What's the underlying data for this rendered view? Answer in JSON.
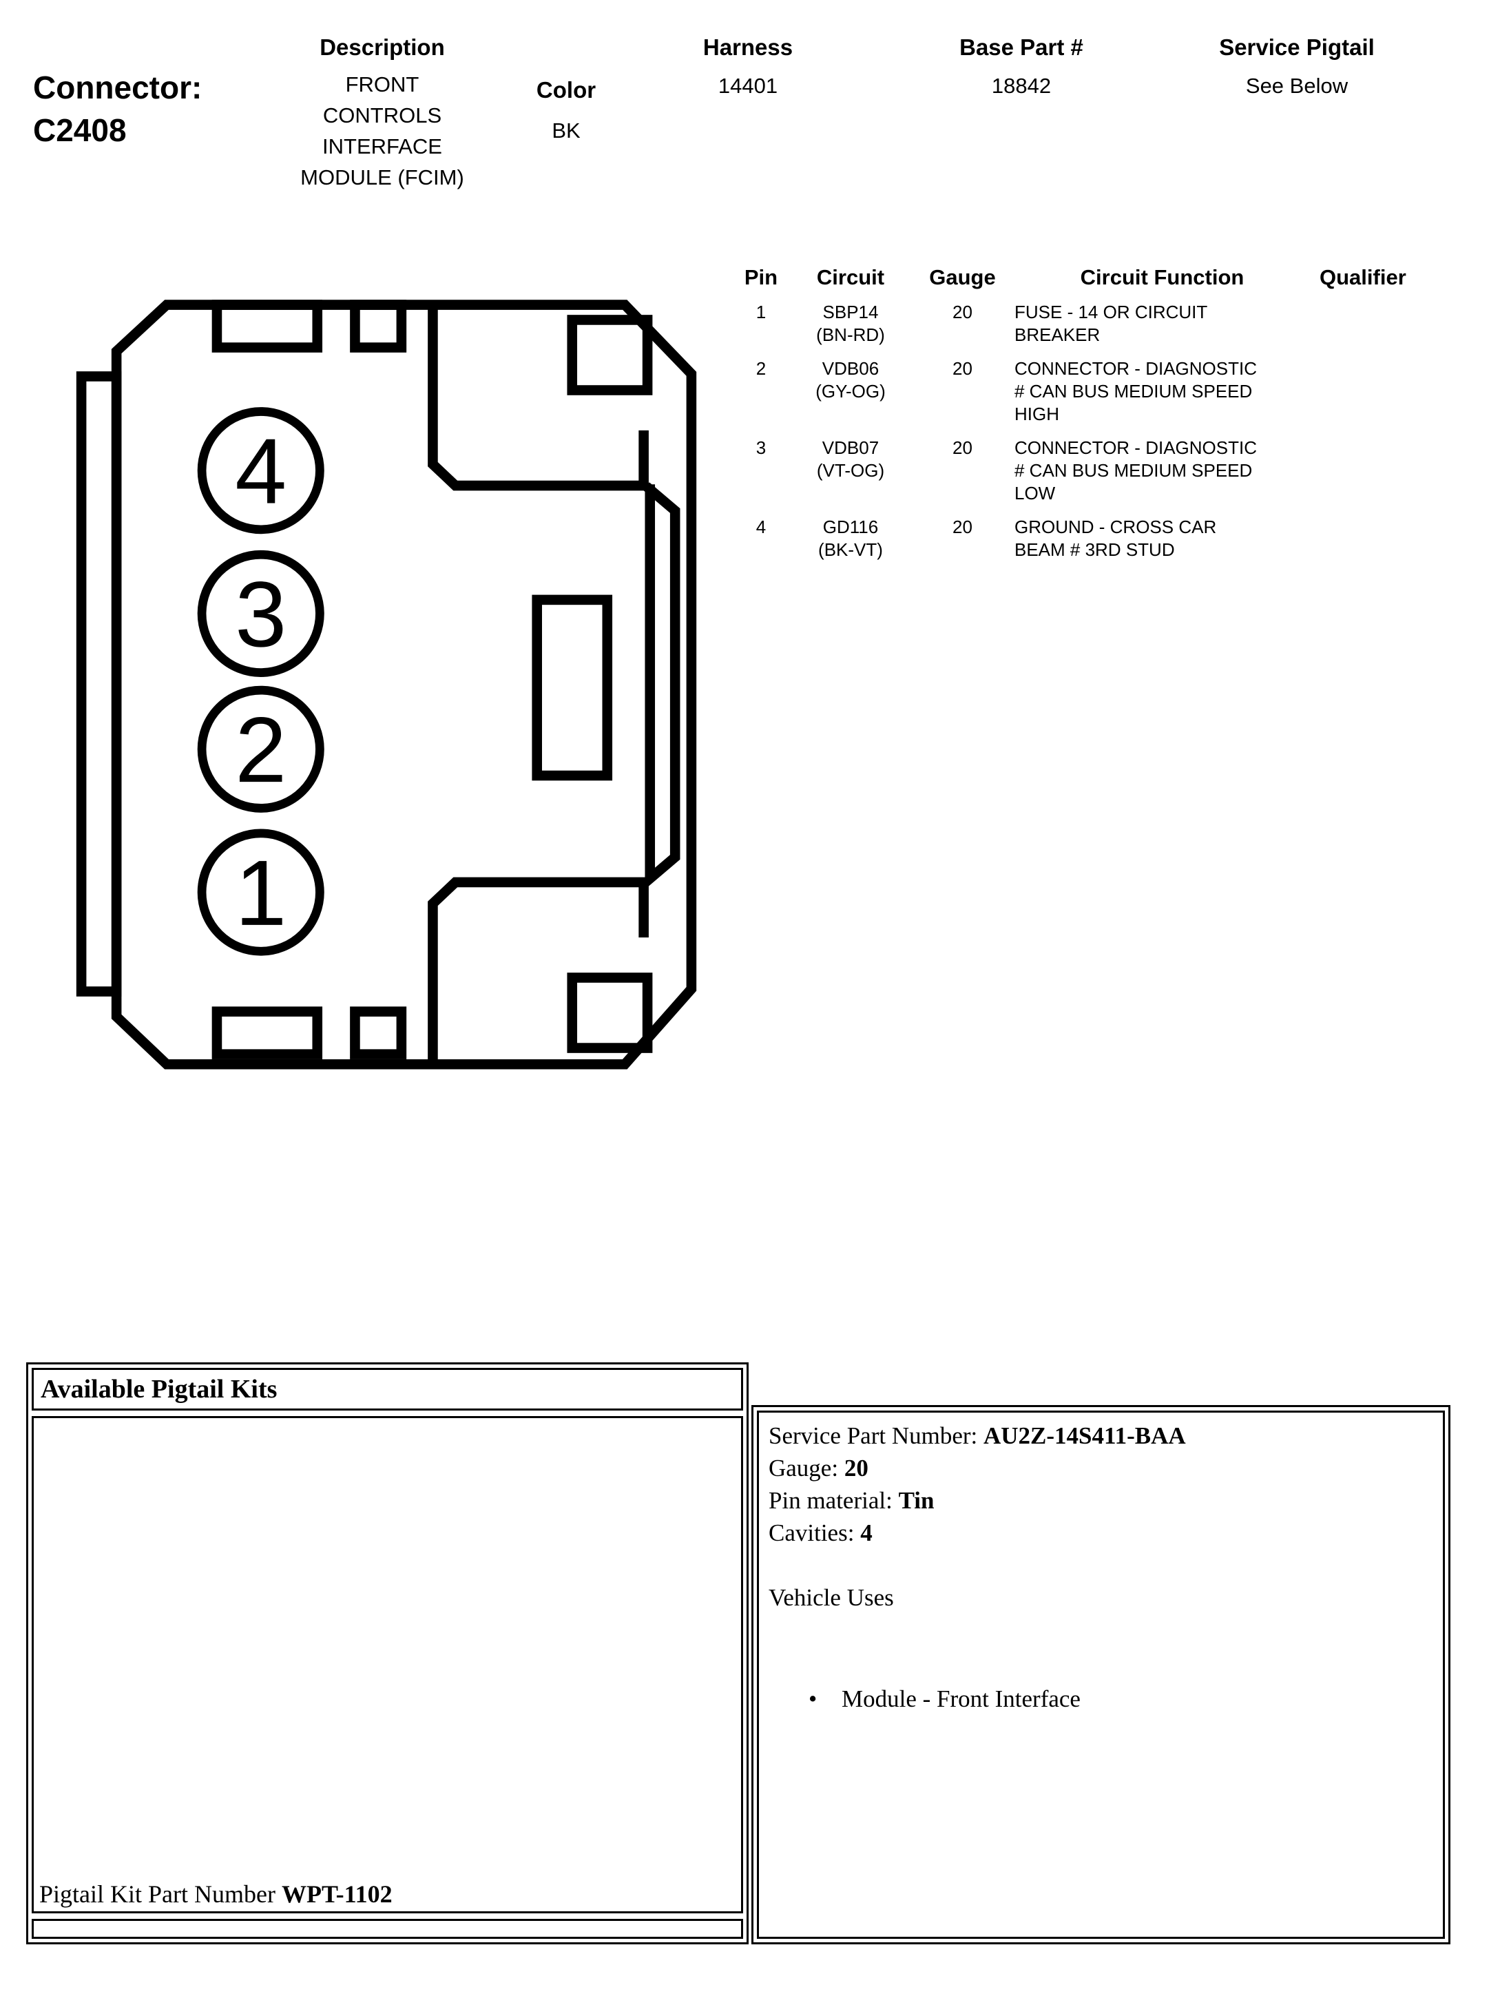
{
  "page": {
    "background": "#ffffff",
    "text_color": "#000000"
  },
  "header": {
    "connector_label": "Connector:",
    "connector_id": "C2408",
    "description_label": "Description",
    "description_value": "FRONT\nCONTROLS\nINTERFACE\nMODULE (FCIM)",
    "color_label": "Color",
    "color_value": "BK",
    "harness_label": "Harness",
    "harness_value": "14401",
    "base_part_label": "Base Part #",
    "base_part_value": "18842",
    "service_pigtail_label": "Service Pigtail",
    "service_pigtail_value": "See Below"
  },
  "diagram": {
    "cavity_numbers": [
      "4",
      "3",
      "2",
      "1"
    ]
  },
  "pin_table": {
    "headers": {
      "pin": "Pin",
      "circuit": "Circuit",
      "gauge": "Gauge",
      "function": "Circuit Function",
      "qualifier": "Qualifier"
    },
    "rows": [
      {
        "pin": "1",
        "circuit": "SBP14\n(BN-RD)",
        "gauge": "20",
        "function": "FUSE - 14 OR CIRCUIT\nBREAKER",
        "qualifier": ""
      },
      {
        "pin": "2",
        "circuit": "VDB06\n(GY-OG)",
        "gauge": "20",
        "function": "CONNECTOR - DIAGNOSTIC\n# CAN BUS MEDIUM SPEED\nHIGH",
        "qualifier": ""
      },
      {
        "pin": "3",
        "circuit": "VDB07\n(VT-OG)",
        "gauge": "20",
        "function": "CONNECTOR - DIAGNOSTIC\n# CAN BUS MEDIUM SPEED\nLOW",
        "qualifier": ""
      },
      {
        "pin": "4",
        "circuit": "GD116\n(BK-VT)",
        "gauge": "20",
        "function": "GROUND - CROSS CAR\nBEAM # 3RD STUD",
        "qualifier": ""
      }
    ]
  },
  "pigtail": {
    "title": "Available Pigtail Kits",
    "kit_label": "Pigtail Kit Part Number ",
    "kit_value": "WPT-1102",
    "service_part_label": "Service Part Number: ",
    "service_part_value": "AU2Z-14S411-BAA",
    "gauge_label": "Gauge: ",
    "gauge_value": "20",
    "pin_material_label": "Pin material: ",
    "pin_material_value": "Tin",
    "cavities_label": "Cavities: ",
    "cavities_value": "4",
    "vehicle_uses_title": "Vehicle Uses",
    "bullet": "•",
    "vehicle_uses": [
      "Module - Front Interface"
    ]
  }
}
